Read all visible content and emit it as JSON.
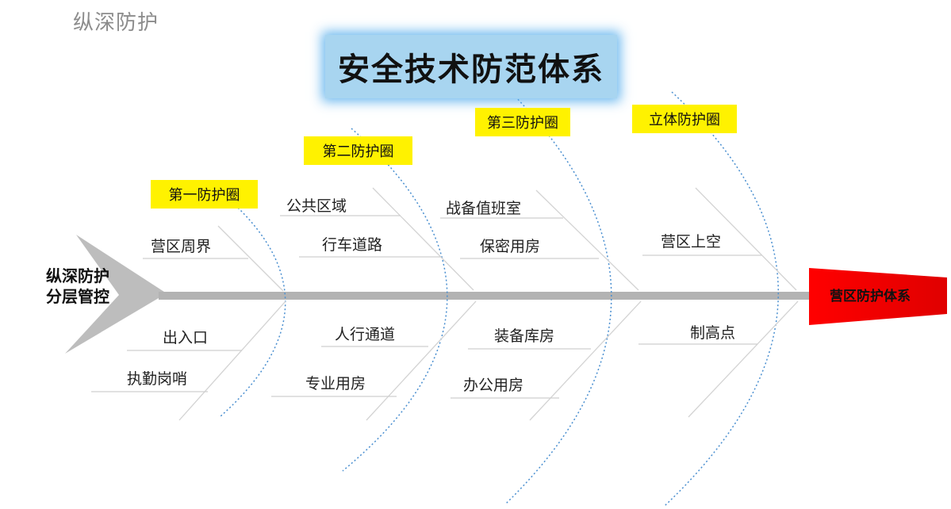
{
  "slide": {
    "corner_title": "纵深防护",
    "main_title": "安全技术防范体系",
    "head_line1": "纵深防护",
    "head_line2": "分层管控",
    "tail_label": "营区防护体系"
  },
  "rings": {
    "first": "第一防护圈",
    "second": "第二防护圈",
    "third": "第三防护圈",
    "solid": "立体防护圈"
  },
  "items": {
    "perimeter": "营区周界",
    "entrance": "出入口",
    "sentry": "执勤岗哨",
    "public_area": "公共区域",
    "road": "行车道路",
    "walkway": "人行通道",
    "special_room": "专业用房",
    "duty_room": "战备值班室",
    "secret_room": "保密用房",
    "equipment_room": "装备库房",
    "office_room": "办公用房",
    "airspace": "营区上空",
    "high_point": "制高点"
  },
  "colors": {
    "ring_fill": "#fff200",
    "title_fill": "#a8d5f0",
    "title_glow": "#50aaeb",
    "spine": "#b3b3b3",
    "tail_fill": "#ff0000",
    "dotted_arc": "#4a8fd0",
    "underline": "#cfcfcf"
  }
}
